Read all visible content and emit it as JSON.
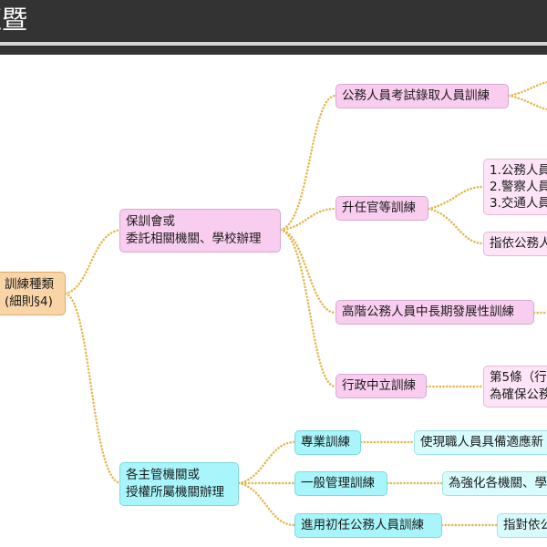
{
  "header": {
    "title": "遭暨"
  },
  "nodes": {
    "root": {
      "line1": "訓練種類",
      "line2": "(細則§4)"
    },
    "b1": {
      "line1": "保訓會或",
      "line2": "委託相關機關、學校辦理"
    },
    "b2": {
      "line1": "各主管機關或",
      "line2": "授權所屬機關辦理"
    },
    "b1c1": {
      "label": "公務人員考試錄取人員訓練"
    },
    "b1c2": {
      "label": "升任官等訓練"
    },
    "b1c3": {
      "label": "高階公務人員中長期發展性訓練"
    },
    "b1c4": {
      "label": "行政中立訓練"
    },
    "b1c2d1": {
      "line1": "1.公務人員",
      "line2": "2.警察人員",
      "line3": "3.交通人員"
    },
    "b1c2d2": {
      "label": "指依公務人"
    },
    "b1c4d1": {
      "line1": "第5條（行",
      "line2": "為確保公務"
    },
    "b2c1": {
      "label": "專業訓練"
    },
    "b2c2": {
      "label": "一般管理訓練"
    },
    "b2c3": {
      "label": "進用初任公務人員訓練"
    },
    "b2c1d1": {
      "label": "使現職人員具備適應新"
    },
    "b2c2d1": {
      "label": "為強化各機關、學"
    },
    "b2c3d1": {
      "label": "指對依公"
    }
  },
  "colors": {
    "root": "#f9d4a6",
    "branch_one": "#f9cdef",
    "branch_two": "#a8f6fb",
    "connector": "#e2b64a",
    "title_bar": "#333333"
  }
}
